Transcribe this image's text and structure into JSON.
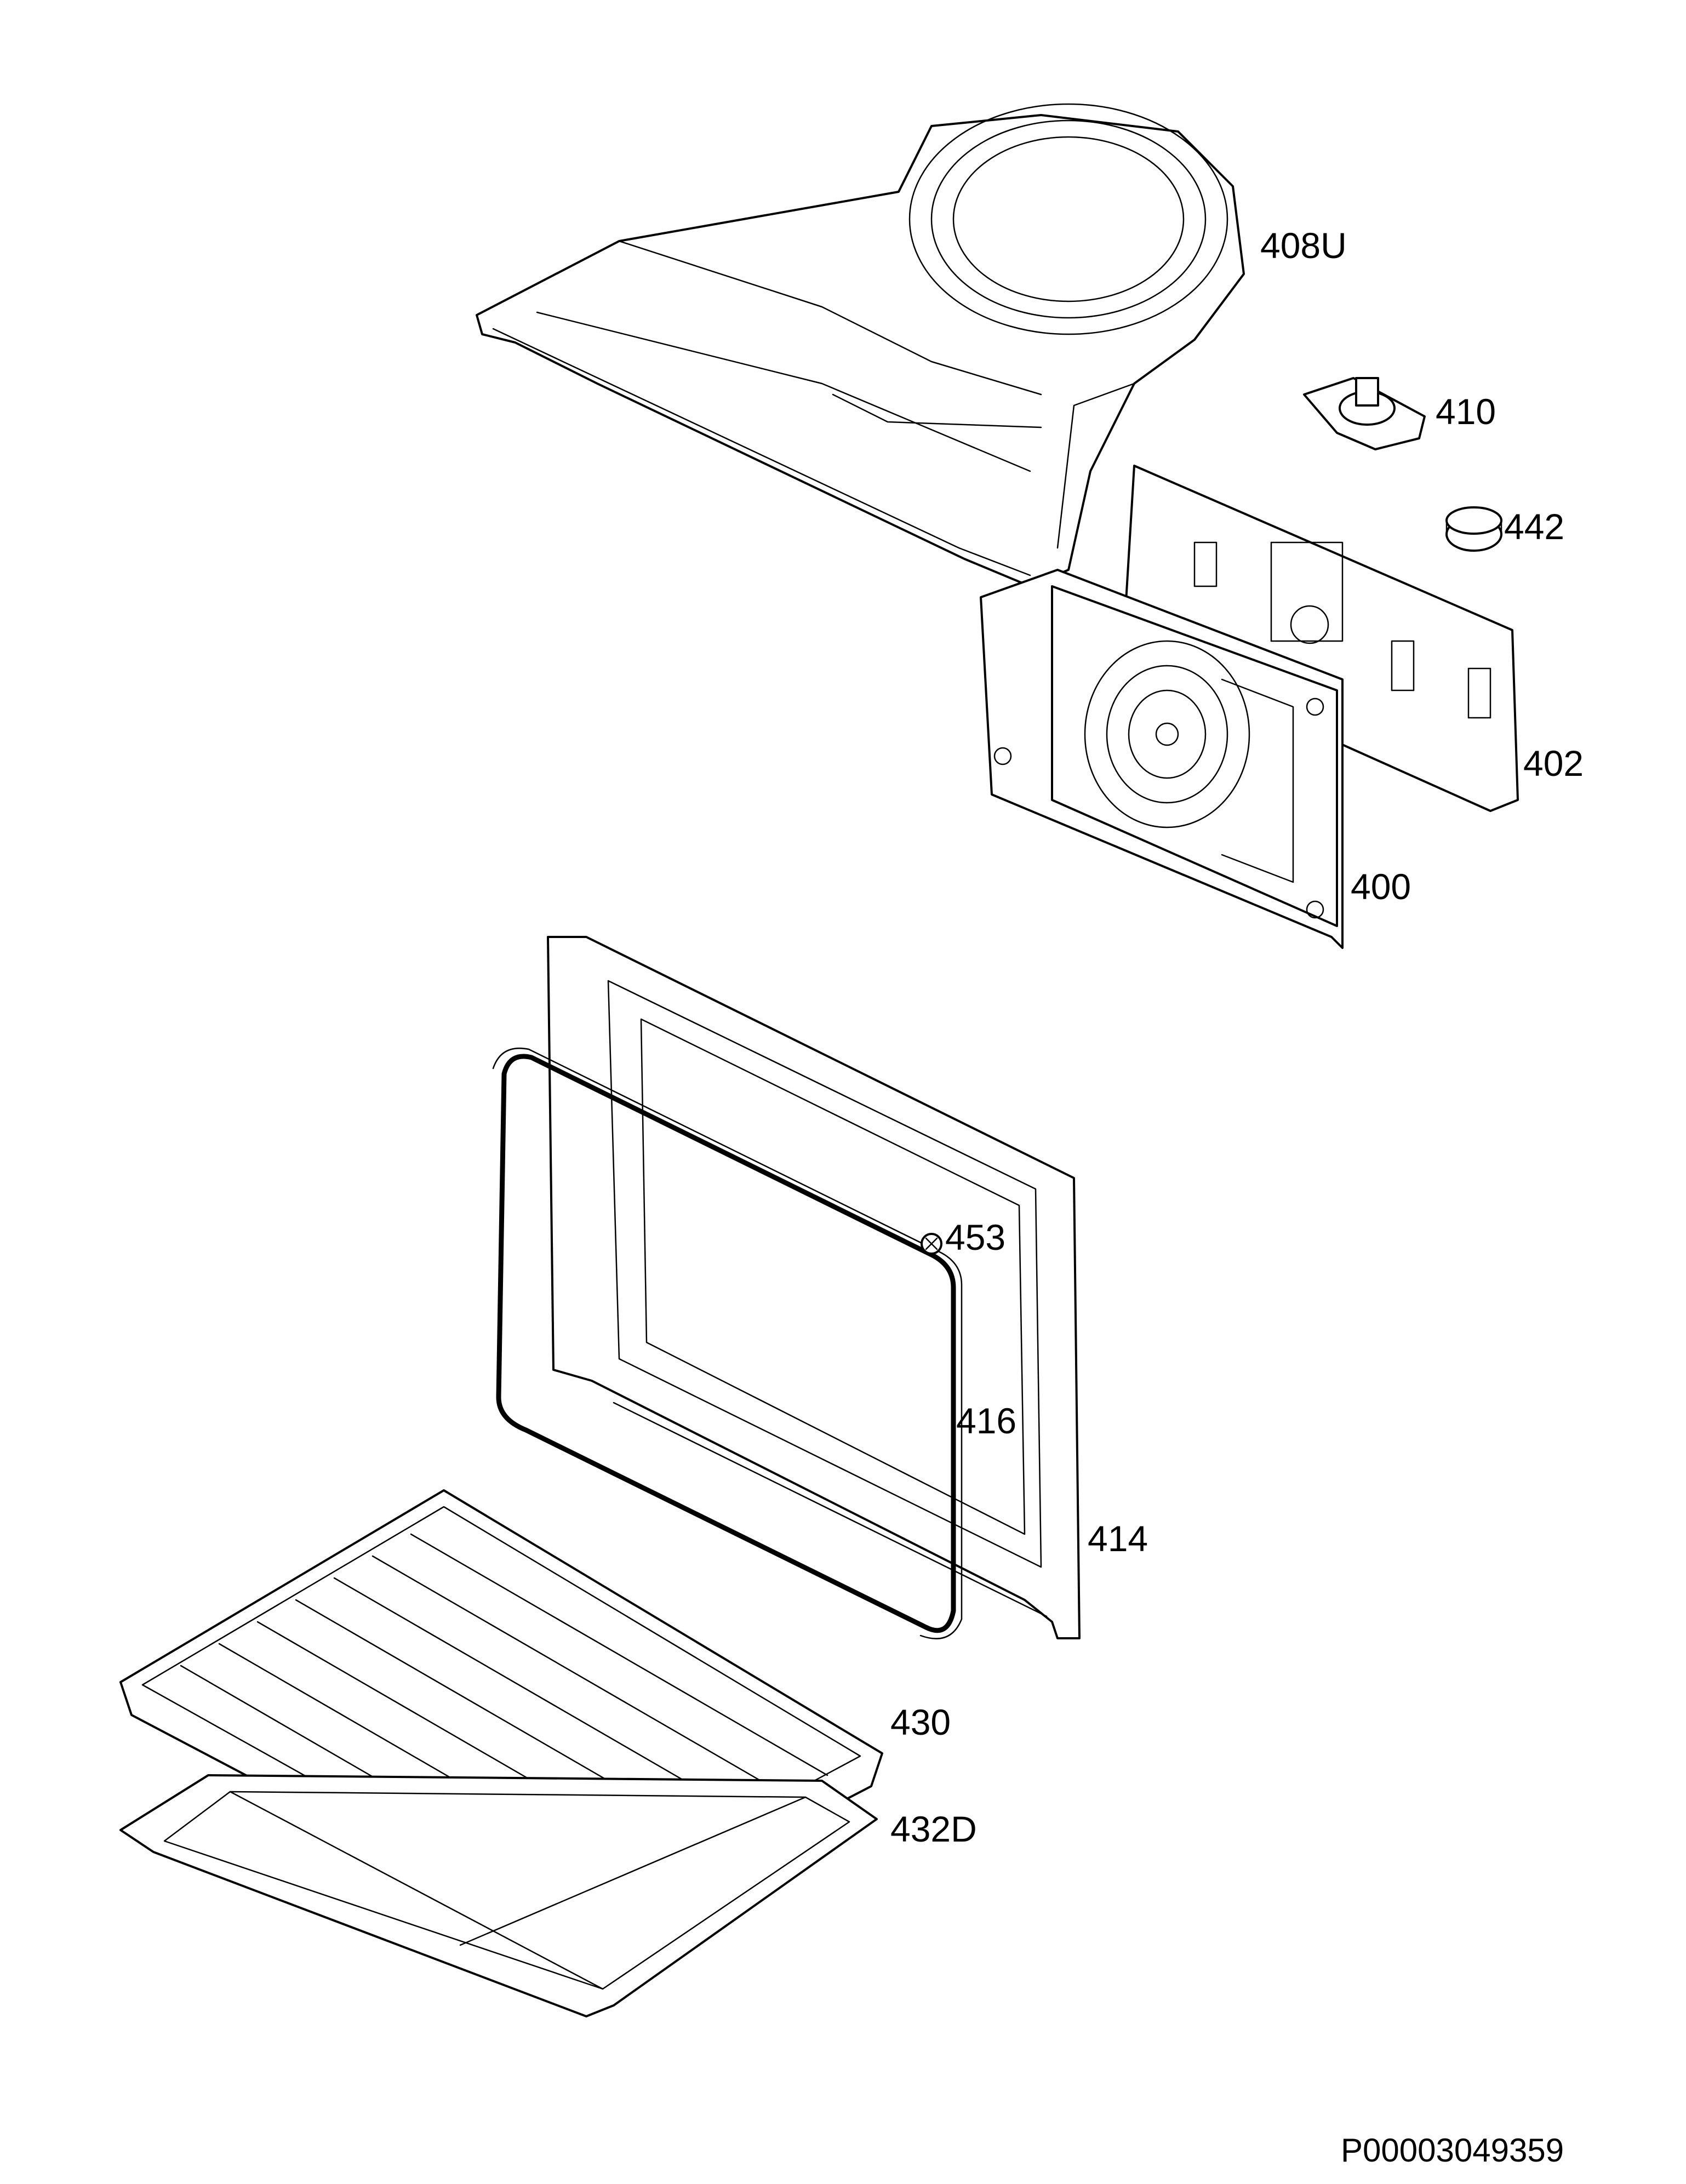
{
  "drawing": {
    "document_id": "P00003049359"
  },
  "parts": [
    {
      "ref": "408U"
    },
    {
      "ref": "410"
    },
    {
      "ref": "442"
    },
    {
      "ref": "402"
    },
    {
      "ref": "400"
    },
    {
      "ref": "453"
    },
    {
      "ref": "416"
    },
    {
      "ref": "414"
    },
    {
      "ref": "430"
    },
    {
      "ref": "432D"
    }
  ]
}
